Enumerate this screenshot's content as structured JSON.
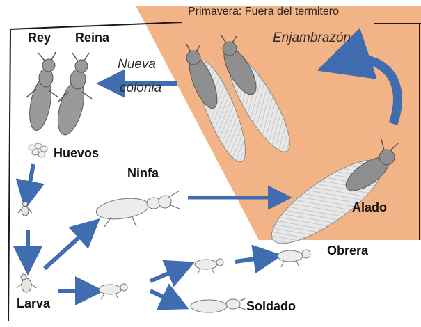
{
  "header": {
    "season_label": "Primavera: Fuera del termitero",
    "swarm_label": "Enjambrazón"
  },
  "labels": {
    "new_colony_line1": "Nueva",
    "new_colony_line2": "colonia",
    "king": "Rey",
    "queen": "Reina",
    "eggs": "Huevos",
    "nymph": "Ninfa",
    "alate": "Alado",
    "worker": "Obrera",
    "larva": "Larva",
    "soldier": "Soldado"
  },
  "colors": {
    "season_background": "#f2b487",
    "arrow": "#3f6db0",
    "frame": "#1a1a1a",
    "insect_fill": "#9a9a9a",
    "wing_fill": "#e8e8e8"
  }
}
